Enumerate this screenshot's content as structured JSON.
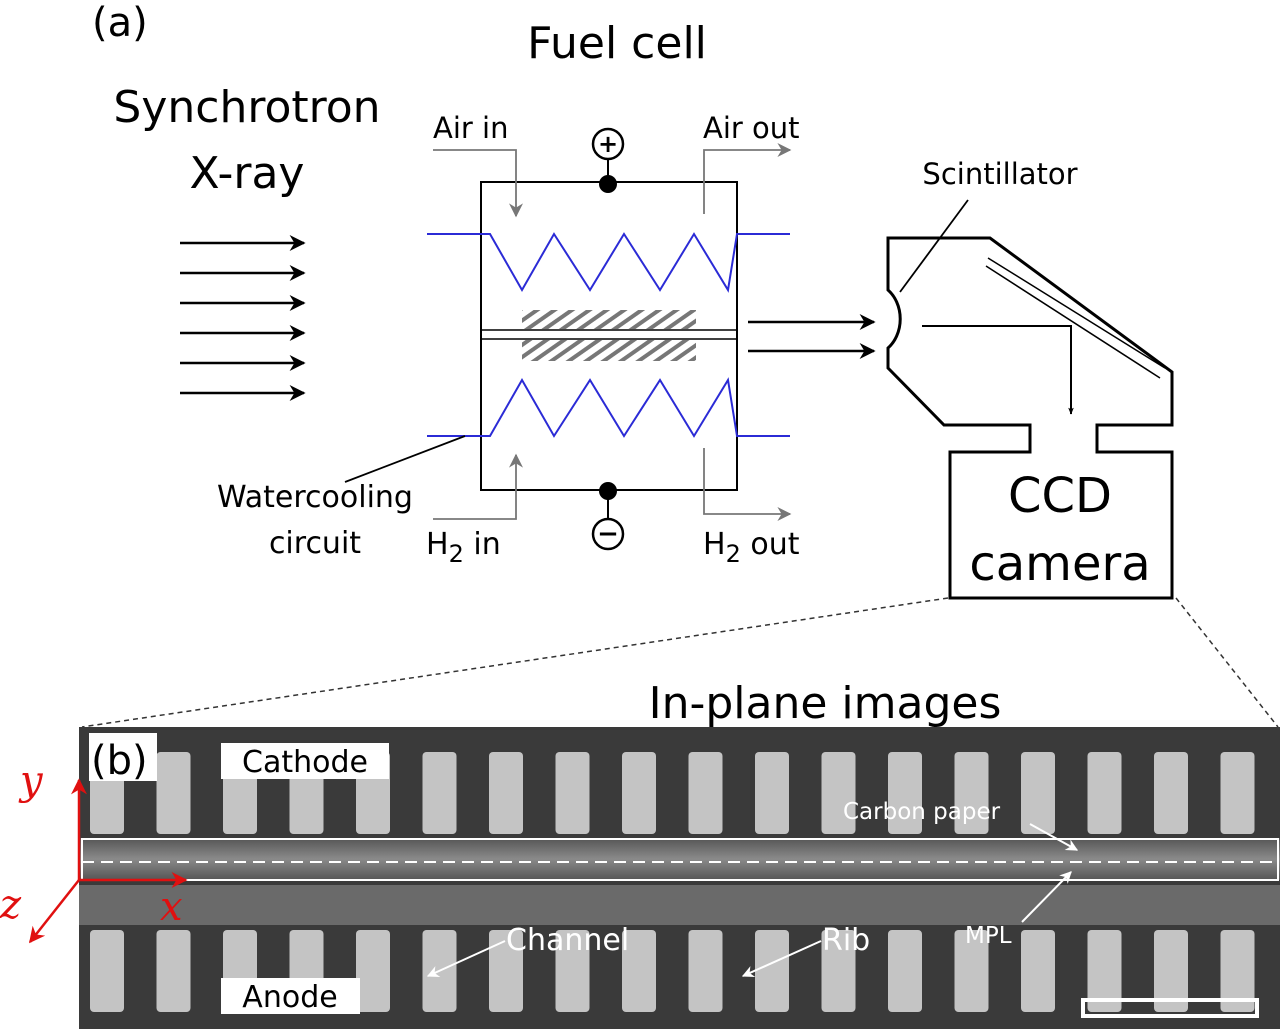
{
  "panel_a": {
    "label": "(a)",
    "source_line1": "Synchrotron",
    "source_line2": "X-ray",
    "fuel_cell_title": "Fuel cell",
    "air_in": "Air in",
    "air_out": "Air out",
    "h2_in_prefix": "H",
    "h2_in_sub": "2",
    "h2_in_suffix": " in",
    "h2_out_prefix": "H",
    "h2_out_sub": "2",
    "h2_out_suffix": " out",
    "plus_symbol": "+",
    "minus_symbol": "−",
    "watercooling_line1": "Watercooling",
    "watercooling_line2": "circuit",
    "scintillator": "Scintillator",
    "ccd_line1": "CCD",
    "ccd_line2": "camera"
  },
  "panel_b": {
    "title": "In-plane images",
    "label": "(b)",
    "cathode": "Cathode",
    "anode": "Anode",
    "carbon_paper": "Carbon paper",
    "mpl": "MPL",
    "channel": "Channel",
    "rib": "Rib",
    "axis_y": "y",
    "axis_x": "x",
    "axis_z": "z"
  },
  "colors": {
    "cooling_line": "#2b2bd6",
    "axis_red": "#e01010",
    "gray_arrow": "#777777",
    "image_bg": "#3a3a3a"
  }
}
